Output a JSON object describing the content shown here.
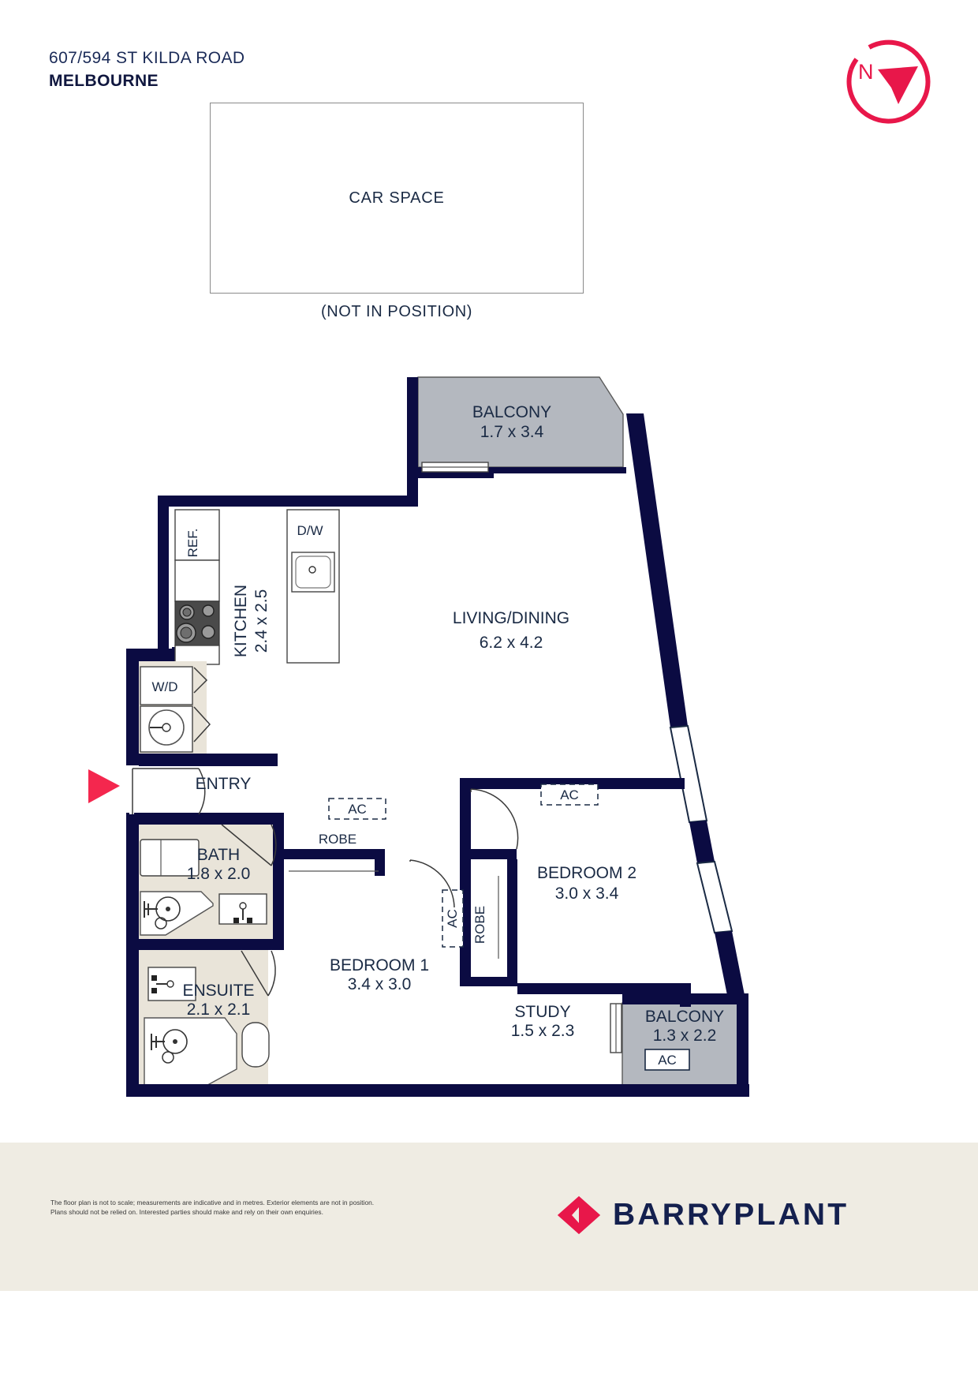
{
  "header": {
    "address_line1": "607/594 ST KILDA ROAD",
    "address_line2": "MELBOURNE"
  },
  "compass": {
    "icon": "compass-north-icon",
    "label": "N",
    "color": "#e8174a",
    "arrow_direction": "south-east"
  },
  "car_space": {
    "label": "CAR SPACE",
    "note": "(NOT IN POSITION)"
  },
  "colors": {
    "wall": "#0b0b42",
    "balcony_fill": "#b4b8bf",
    "bathroom_fill": "#e9e4d9",
    "text": "#1a2a44",
    "accent_red": "#f4274e",
    "brand_navy": "#14204e",
    "footer_bg": "#efece3"
  },
  "rooms": [
    {
      "id": "balcony-north",
      "name": "BALCONY",
      "dims": "1.7 x 3.4"
    },
    {
      "id": "kitchen",
      "name": "KITCHEN",
      "dims": "2.4 x 2.5"
    },
    {
      "id": "living-dining",
      "name": "LIVING/DINING",
      "dims": "6.2 x 4.2"
    },
    {
      "id": "bath",
      "name": "BATH",
      "dims": "1.8 x 2.0"
    },
    {
      "id": "ensuite",
      "name": "ENSUITE",
      "dims": "2.1 x 2.1"
    },
    {
      "id": "bedroom-1",
      "name": "BEDROOM 1",
      "dims": "3.4 x 3.0"
    },
    {
      "id": "bedroom-2",
      "name": "BEDROOM 2",
      "dims": "3.0 x 3.4"
    },
    {
      "id": "study",
      "name": "STUDY",
      "dims": "1.5 x 2.3"
    },
    {
      "id": "balcony-south",
      "name": "BALCONY",
      "dims": "1.3 x 2.2"
    }
  ],
  "labels": {
    "entry": "ENTRY",
    "ref": "REF.",
    "dw": "D/W",
    "wd": "W/D",
    "robe_1": "ROBE",
    "robe_2": "ROBE",
    "ac_1": "AC",
    "ac_2": "AC",
    "ac_3": "AC",
    "ac_4": "AC"
  },
  "footer": {
    "disclaimer_line1": "The floor plan is not to scale; measurements are indicative and in metres. Exterior elements are not in position.",
    "disclaimer_line2": "Plans should not be relied on. Interested parties should make and rely on their own enquiries.",
    "brand_name": "BARRYPLANT",
    "brand_mark": "barryplant-diamond-icon"
  }
}
